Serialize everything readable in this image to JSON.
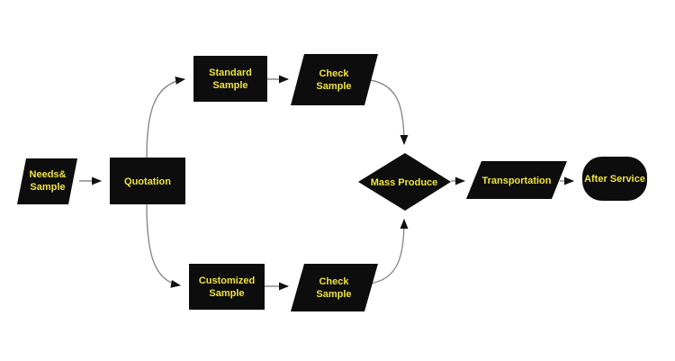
{
  "diagram": {
    "type": "flowchart",
    "colors": {
      "background": "#ffffff",
      "shape_fill": "#0d0d0d",
      "text": "#efe33d",
      "connector": "#8a8a8a",
      "arrowhead": "#111111"
    },
    "nodes": {
      "needs_sample": {
        "shape": "parallelogram",
        "label_line1": "Needs&",
        "label_line2": "Sample"
      },
      "quotation": {
        "shape": "rectangle",
        "label": "Quotation"
      },
      "standard_sample": {
        "shape": "rectangle",
        "label_line1": "Standard",
        "label_line2": "Sample"
      },
      "check_sample_top": {
        "shape": "parallelogram",
        "label_line1": "Check",
        "label_line2": "Sample"
      },
      "customized_sample": {
        "shape": "rectangle",
        "label_line1": "Customized",
        "label_line2": "Sample"
      },
      "check_sample_bottom": {
        "shape": "parallelogram",
        "label_line1": "Check",
        "label_line2": "Sample"
      },
      "mass_produce": {
        "shape": "diamond",
        "label": "Mass Produce"
      },
      "transportation": {
        "shape": "parallelogram",
        "label": "Transportation"
      },
      "after_service": {
        "shape": "stadium",
        "label": "After Service"
      }
    },
    "edges": [
      {
        "from": "needs_sample",
        "to": "quotation"
      },
      {
        "from": "quotation",
        "to": "standard_sample"
      },
      {
        "from": "quotation",
        "to": "customized_sample"
      },
      {
        "from": "standard_sample",
        "to": "check_sample_top"
      },
      {
        "from": "check_sample_top",
        "to": "mass_produce"
      },
      {
        "from": "customized_sample",
        "to": "check_sample_bottom"
      },
      {
        "from": "check_sample_bottom",
        "to": "mass_produce"
      },
      {
        "from": "mass_produce",
        "to": "transportation"
      },
      {
        "from": "transportation",
        "to": "after_service"
      }
    ]
  }
}
